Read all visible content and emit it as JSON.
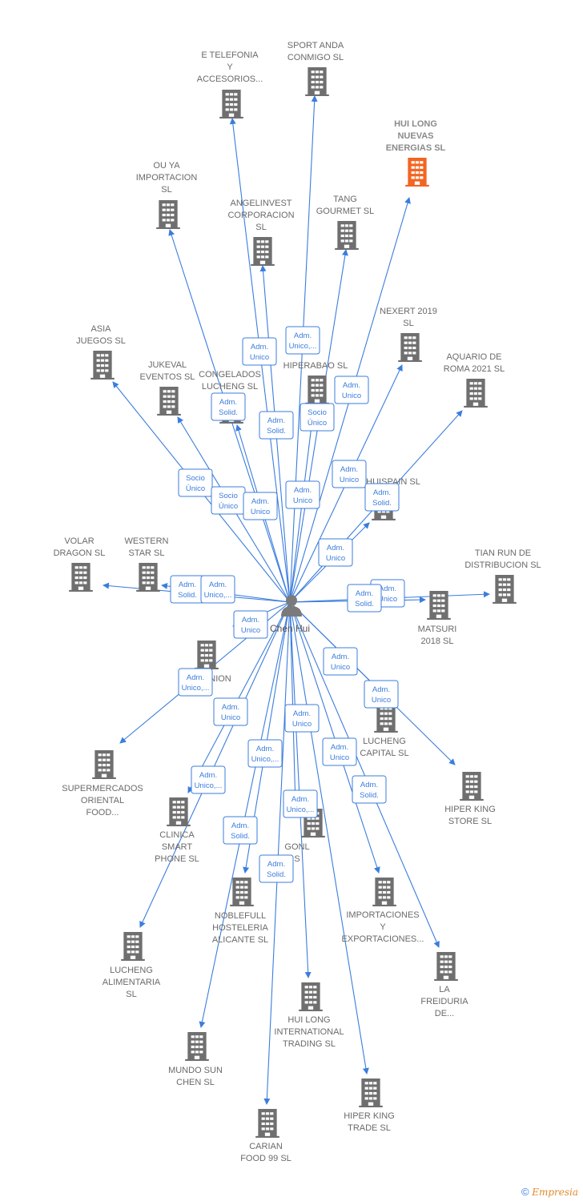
{
  "center": {
    "name": "Chen Hui",
    "icon": "person-icon"
  },
  "colors": {
    "edge": "#3b7ddd",
    "building": "#6f6f6f",
    "highlight": "#f26522"
  },
  "companies": [
    {
      "id": "c1",
      "lines": [
        "E TELEFONIA",
        "Y",
        "ACCESORIOS..."
      ]
    },
    {
      "id": "c2",
      "lines": [
        "SPORT ANDA",
        "CONMIGO  SL"
      ]
    },
    {
      "id": "c3",
      "lines": [
        "HUI LONG",
        "NUEVAS",
        "ENERGIAS  SL"
      ],
      "highlight": true
    },
    {
      "id": "c4",
      "lines": [
        "OU YA",
        "IMPORTACION",
        "SL"
      ]
    },
    {
      "id": "c5",
      "lines": [
        "ANGELINVEST",
        "CORPORACION",
        "SL"
      ]
    },
    {
      "id": "c6",
      "lines": [
        "TANG",
        "GOURMET  SL"
      ]
    },
    {
      "id": "c7",
      "lines": [
        "NEXERT 2019",
        "SL"
      ]
    },
    {
      "id": "c8",
      "lines": [
        "ASIA",
        "JUEGOS  SL"
      ]
    },
    {
      "id": "c9",
      "lines": [
        "JUKEVAL",
        "EVENTOS  SL"
      ]
    },
    {
      "id": "c10",
      "lines": [
        "CONGELADOS",
        "LUCHENG  SL"
      ]
    },
    {
      "id": "c11",
      "lines": [
        "HIPERABAO  SL"
      ]
    },
    {
      "id": "c12",
      "lines": [
        "AQUARIO DE",
        "ROMA 2021  SL"
      ]
    },
    {
      "id": "c13",
      "lines": [
        "HUISPAIN SL"
      ]
    },
    {
      "id": "c14",
      "lines": [
        "VOLAR",
        "DRAGON SL"
      ]
    },
    {
      "id": "c15",
      "lines": [
        "WESTERN",
        "STAR SL"
      ]
    },
    {
      "id": "c16",
      "lines": [
        "TIAN RUN DE",
        "DISTRIBUCION SL"
      ]
    },
    {
      "id": "c17",
      "lines": [
        "MATSURI",
        "2018  SL"
      ]
    },
    {
      "id": "c18",
      "lines": [
        "NION"
      ]
    },
    {
      "id": "c19",
      "lines": [
        "LUCHENG",
        "CAPITAL  SL"
      ]
    },
    {
      "id": "c20",
      "lines": [
        "SUPERMERCADOS",
        "ORIENTAL",
        "FOOD..."
      ]
    },
    {
      "id": "c21",
      "lines": [
        "HIPER KING",
        "STORE SL"
      ]
    },
    {
      "id": "c22",
      "lines": [
        "CLINICA",
        "SMART",
        "PHONE  SL"
      ]
    },
    {
      "id": "c23",
      "lines": [
        "GONL",
        "S"
      ]
    },
    {
      "id": "c24",
      "lines": [
        "NOBLEFULL",
        "HOSTELERIA",
        "ALICANTE  SL"
      ]
    },
    {
      "id": "c25",
      "lines": [
        "IMPORTACIONES",
        "Y",
        "EXPORTACIONES..."
      ]
    },
    {
      "id": "c26",
      "lines": [
        "LUCHENG",
        "ALIMENTARIA",
        "SL"
      ]
    },
    {
      "id": "c27",
      "lines": [
        "LA",
        "FREIDURIA",
        "DE..."
      ]
    },
    {
      "id": "c28",
      "lines": [
        "HUI LONG",
        "INTERNATIONAL",
        "TRADING  SL"
      ]
    },
    {
      "id": "c29",
      "lines": [
        "MUNDO SUN",
        "CHEN SL"
      ]
    },
    {
      "id": "c30",
      "lines": [
        "HIPER KING",
        "TRADE  SL"
      ]
    },
    {
      "id": "c31",
      "lines": [
        "CARIAN",
        "FOOD 99  SL"
      ]
    }
  ],
  "relations": [
    {
      "lines": [
        "Adm.",
        "Unico"
      ]
    },
    {
      "lines": [
        "Adm.",
        "Unico,..."
      ]
    },
    {
      "lines": [
        "Adm.",
        "Unico"
      ]
    },
    {
      "lines": [
        "Adm.",
        "Solid."
      ]
    },
    {
      "lines": [
        "Adm.",
        "Solid."
      ]
    },
    {
      "lines": [
        "Socio",
        "Único"
      ]
    },
    {
      "lines": [
        "Socio",
        "Único"
      ]
    },
    {
      "lines": [
        "Socio",
        "Único"
      ]
    },
    {
      "lines": [
        "Adm.",
        "Unico"
      ]
    },
    {
      "lines": [
        "Adm.",
        "Unico"
      ]
    },
    {
      "lines": [
        "Adm.",
        "Unico"
      ]
    },
    {
      "lines": [
        "Adm.",
        "Solid."
      ]
    },
    {
      "lines": [
        "Adm.",
        "Unico"
      ]
    },
    {
      "lines": [
        "Adm.",
        "Solid."
      ]
    },
    {
      "lines": [
        "Adm.",
        "Unico,..."
      ]
    },
    {
      "lines": [
        "Adm.",
        "Unico"
      ]
    },
    {
      "lines": [
        "Adm.",
        "Solid."
      ]
    },
    {
      "lines": [
        "Adm.",
        "Unico"
      ]
    },
    {
      "lines": [
        "Adm.",
        "Unico,..."
      ]
    },
    {
      "lines": [
        "Adm.",
        "Unico"
      ]
    },
    {
      "lines": [
        "Adm.",
        "Unico"
      ]
    },
    {
      "lines": [
        "Adm.",
        "Unico"
      ]
    },
    {
      "lines": [
        "Adm.",
        "Unico,..."
      ]
    },
    {
      "lines": [
        "Adm.",
        "Unico"
      ]
    },
    {
      "lines": [
        "Adm.",
        "Unico,..."
      ]
    },
    {
      "lines": [
        "Adm.",
        "Solid."
      ]
    },
    {
      "lines": [
        "Adm.",
        "Unico"
      ]
    },
    {
      "lines": [
        "Adm.",
        "Solid."
      ]
    },
    {
      "lines": [
        "Adm.",
        "Unico,..."
      ]
    },
    {
      "lines": [
        "Adm.",
        "Solid."
      ]
    }
  ],
  "footer": {
    "copyright": "©",
    "brand": "Empresia"
  }
}
